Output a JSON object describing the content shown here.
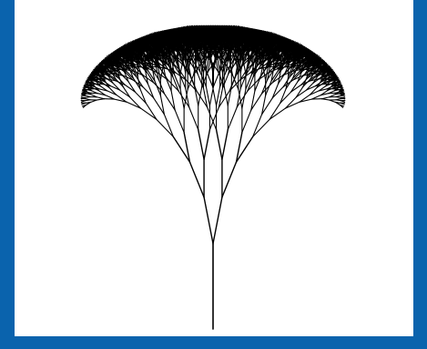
{
  "colors": {
    "frame": "#0a63ad",
    "panel": "#ffffff",
    "stroke": "#000000"
  },
  "figure": {
    "subject": "fractal-tree",
    "branching": "binary",
    "depth_levels": 12
  }
}
